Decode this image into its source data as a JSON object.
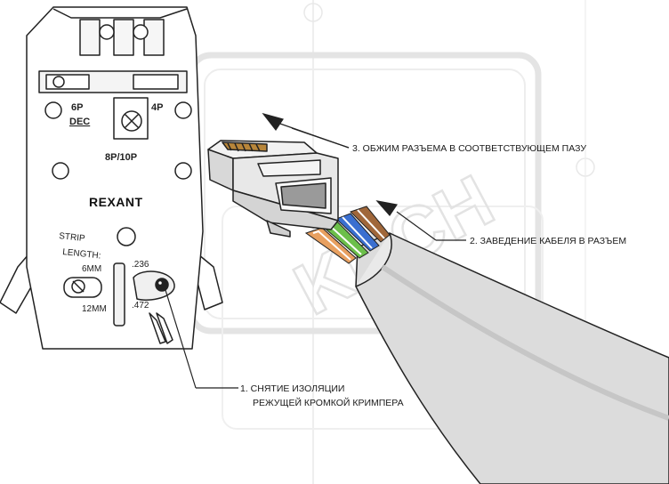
{
  "diagram": {
    "tool_labels": {
      "top_left": "6P",
      "top_left_sub": "DEC",
      "top_right": "4P",
      "middle": "8P/10P",
      "brand": "REXANT",
      "strip": "STRIP",
      "length": "LENGTH:",
      "size_6mm": "6MM",
      "size_12mm": "12MM",
      "inch_236": ".236",
      "inch_472": ".472"
    },
    "steps": [
      {
        "text": "3. ОБЖИМ РАЗЪЕМА В СООТВЕТСТВУЮЩЕМ ПАЗУ"
      },
      {
        "text": "2. ЗАВЕДЕНИЕ КАБЕЛЯ В РАЗЪЕМ"
      },
      {
        "text": "1. СНЯТИЕ ИЗОЛЯЦИИ"
      },
      {
        "text": "РЕЖУЩЕЙ КРОМКОЙ КРИМПЕРА"
      }
    ],
    "watermark": "KNCH",
    "colors": {
      "line": "#222222",
      "tool_fill": "#ffffff",
      "cable_fill": "#dcdcdc",
      "plug_fill": "#e4e4e4",
      "watermark": "#e2e2e2",
      "wire_orange": "#e8a060",
      "wire_green": "#6cbf4a",
      "wire_blue": "#3a6fd0",
      "wire_brown": "#a0673a"
    }
  }
}
